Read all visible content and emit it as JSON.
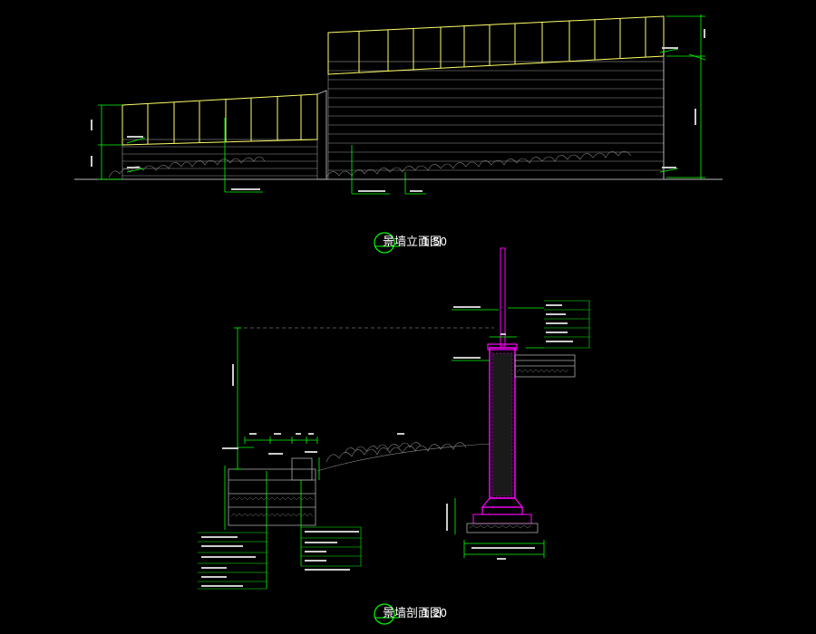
{
  "drawing": {
    "background_color": "#000000",
    "line_colors": {
      "dimension": "#00ff00",
      "glass": "#ffff66",
      "brick": "#aaaaaa",
      "section": "#ff00ff",
      "ground": "#999999"
    }
  },
  "elevation": {
    "title": "景墙立面图",
    "scale": "1:50"
  },
  "section": {
    "title": "景墙剖面图",
    "scale": "1:20"
  }
}
